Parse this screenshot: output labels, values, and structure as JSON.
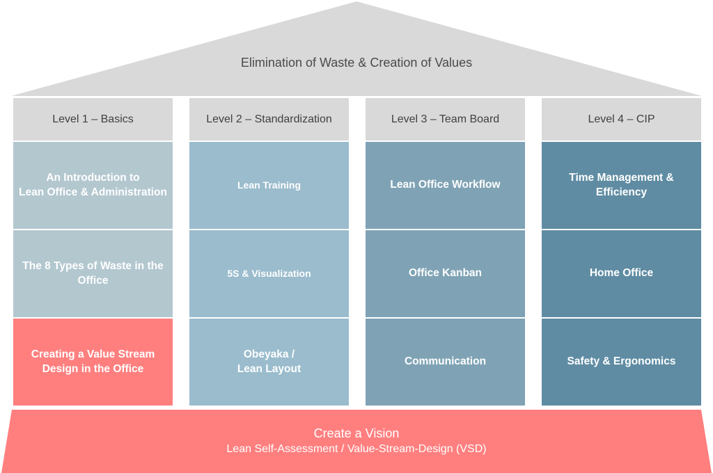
{
  "roof": {
    "title": "Elimination of Waste & Creation of Values",
    "color": "#d9d9d9"
  },
  "pillars": [
    {
      "header": "Level 1 – Basics",
      "blocks": [
        {
          "text": "An Introduction to\nLean Office & Administration",
          "color": "#b3c7cf"
        },
        {
          "text": "The 8 Types of Waste in the\nOffice",
          "color": "#b3c7cf"
        },
        {
          "text": "Creating a Value Stream\nDesign in the Office",
          "color": "#ff7f7f"
        }
      ]
    },
    {
      "header": "Level 2 – Standardization",
      "blocks": [
        {
          "text": "Lean Training",
          "color": "#9abccd"
        },
        {
          "text": "5S & Visualization",
          "color": "#9abccd"
        },
        {
          "text": "Obeyaka /\nLean Layout",
          "color": "#9abccd"
        }
      ]
    },
    {
      "header": "Level 3 – Team Board",
      "blocks": [
        {
          "text": "Lean Office Workflow",
          "color": "#7fa3b5"
        },
        {
          "text": "Office Kanban",
          "color": "#7fa3b5"
        },
        {
          "text": "Communication",
          "color": "#7fa3b5"
        }
      ]
    },
    {
      "header": "Level 4 – CIP",
      "blocks": [
        {
          "text": "Time Management &\nEfficiency",
          "color": "#5f8ca3"
        },
        {
          "text": "Home Office",
          "color": "#5f8ca3"
        },
        {
          "text": "Safety & Ergonomics",
          "color": "#5f8ca3"
        }
      ]
    }
  ],
  "foundation": {
    "title": "Create a Vision",
    "subtitle": "Lean Self-Assessment / Value-Stream-Design (VSD)",
    "color": "#ff7f7f"
  }
}
